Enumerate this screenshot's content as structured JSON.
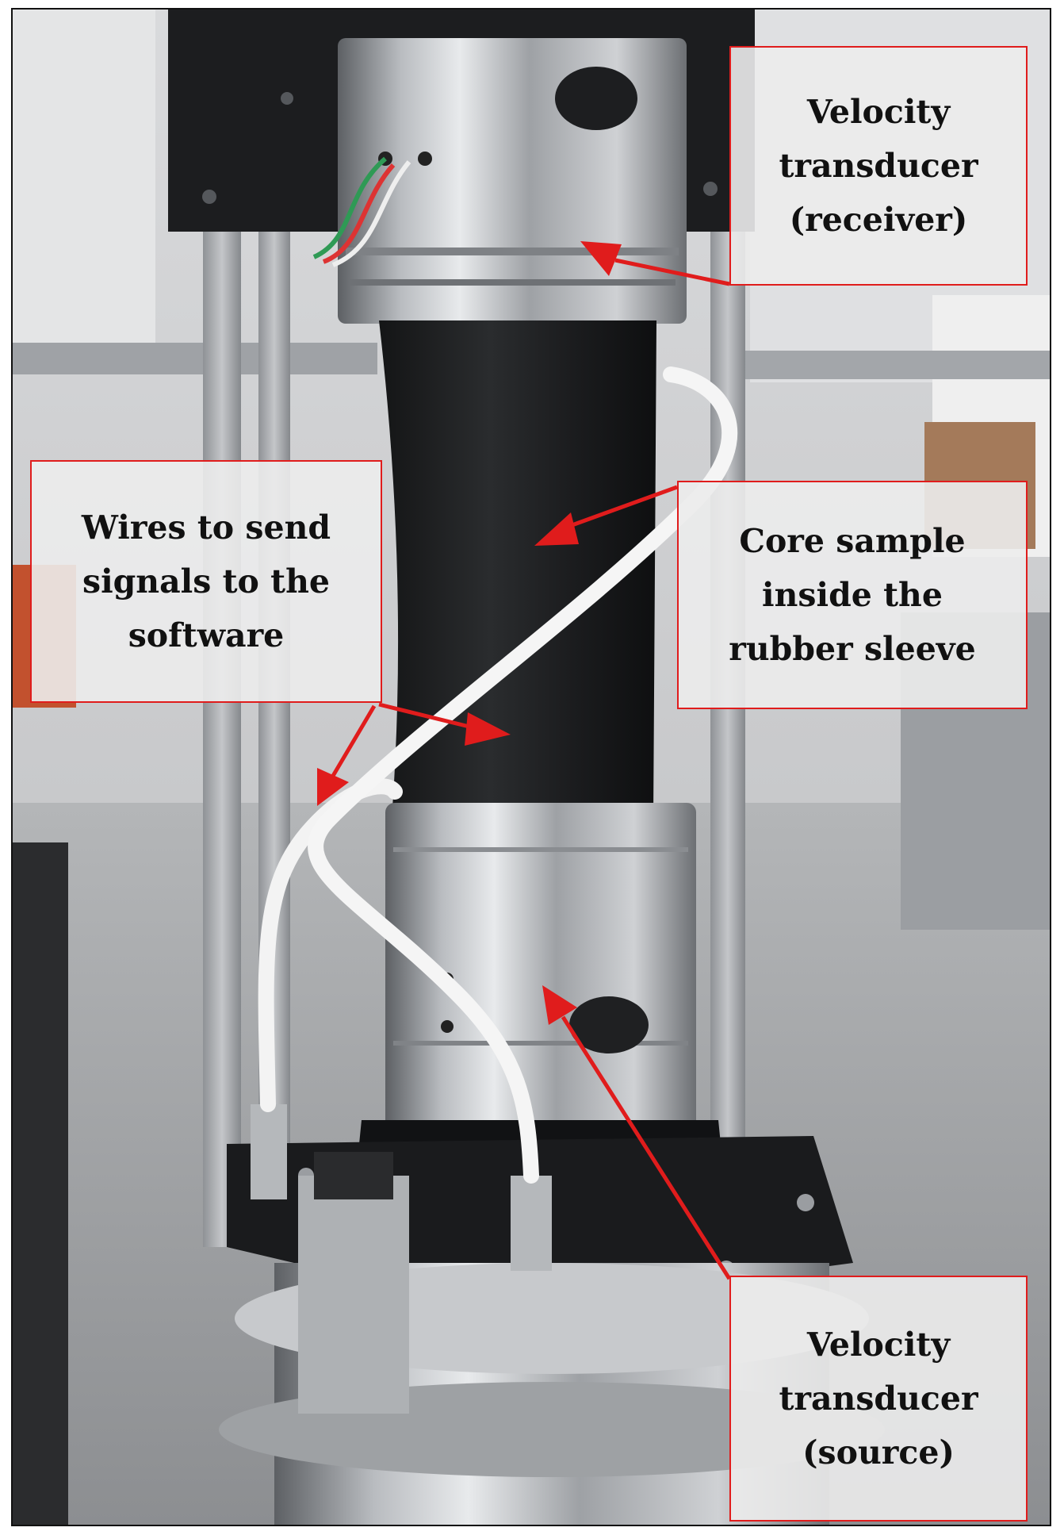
{
  "labels": {
    "receiver": "Velocity\ntransducer\n(receiver)",
    "core": "Core sample\ninside the\nrubber  sleeve",
    "wires": "Wires to send\nsignals to the\nsoftware",
    "source": "Velocity\ntransducer\n(source)"
  },
  "colors": {
    "annotation_red": "#e01c1c",
    "label_fill": "#ececec",
    "frame": "#111111"
  }
}
